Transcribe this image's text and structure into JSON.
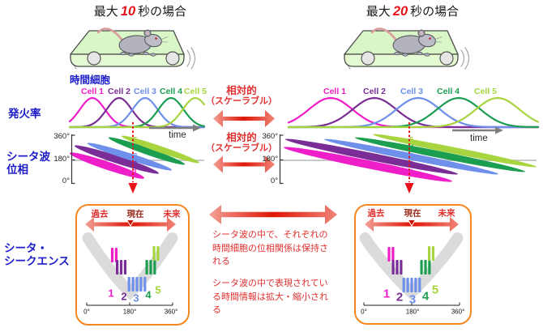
{
  "titles": {
    "left": {
      "pre": "最大",
      "num": "10",
      "post": "秒の場合"
    },
    "right": {
      "pre": "最大",
      "num": "20",
      "post": "秒の場合"
    }
  },
  "row_labels": {
    "firing_rate": "発火率",
    "theta_phase_1": "シータ波",
    "theta_phase_2": "位相",
    "theta_seq_1": "シータ・",
    "theta_seq_2": "シークエンス"
  },
  "time_cells_label": "時間細胞",
  "cells": [
    {
      "label": "Cell 1",
      "number": "1",
      "color": "#EE1FC8",
      "ticks": 2
    },
    {
      "label": "Cell 2",
      "number": "2",
      "color": "#7A2D96",
      "ticks": 3
    },
    {
      "label": "Cell 3",
      "number": "3",
      "color": "#6E8FEA",
      "ticks": 5
    },
    {
      "label": "Cell 4",
      "number": "4",
      "color": "#1C9E50",
      "ticks": 3
    },
    {
      "label": "Cell 5",
      "number": "5",
      "color": "#A8D43F",
      "ticks": 2
    }
  ],
  "time_axis_label": "time",
  "phase_axis": {
    "top": "360°",
    "middle": "180°",
    "bottom": "0°"
  },
  "middle_notes": {
    "relative": "相対的",
    "scalable": "（スケーラブル）"
  },
  "theta_box": {
    "past": "過去",
    "present": "現在",
    "future": "未来",
    "axis": {
      "left": "0°",
      "middle": "180°",
      "right": "360°"
    }
  },
  "bottom_notes": {
    "preserved": "シータ波の中で、それぞれの時間細胞の位相関係は保持される",
    "scaled": "シータ波の中で表現されている時間情報は拡大・縮小される"
  },
  "colors": {
    "label_blue": "#1C1CC8",
    "note_red": "#E03030",
    "accent_red": "#E8131A",
    "present_dark_red": "#9A2F20",
    "box_border_orange": "#F5871E",
    "theta_wave_gray": "#DBDBDB",
    "axis_gray": "#C9C9C9",
    "time_arrow_gray": "#7F7F7F",
    "treadmill_green": "#D9F7C6",
    "treadmill_front_green": "#E4FAD2"
  }
}
